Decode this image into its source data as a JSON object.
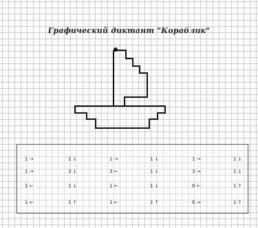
{
  "title": "Графический диктант \"Кораблик\"",
  "instructions": {
    "rows": [
      [
        {
          "steps": "1",
          "arrow": "→"
        },
        {
          "steps": "1",
          "arrow": "↓"
        },
        {
          "steps": "1",
          "arrow": "→"
        },
        {
          "steps": "1",
          "arrow": "↓"
        },
        {
          "steps": "1",
          "arrow": "→"
        },
        {
          "steps": "1",
          "arrow": "↓"
        }
      ],
      [
        {
          "steps": "1",
          "arrow": "→"
        },
        {
          "steps": "3",
          "arrow": "↓"
        },
        {
          "steps": "3",
          "arrow": "←"
        },
        {
          "steps": "1",
          "arrow": "↓"
        },
        {
          "steps": "3",
          "arrow": "→"
        },
        {
          "steps": "1",
          "arrow": "↓"
        }
      ],
      [
        {
          "steps": "1",
          "arrow": "←"
        },
        {
          "steps": "1",
          "arrow": "↓"
        },
        {
          "steps": "1",
          "arrow": "←"
        },
        {
          "steps": "1",
          "arrow": "↓"
        },
        {
          "steps": "8",
          "arrow": "←"
        },
        {
          "steps": "1",
          "arrow": "↑"
        }
      ],
      [
        {
          "steps": "1",
          "arrow": "←"
        },
        {
          "steps": "1",
          "arrow": "↑"
        },
        {
          "steps": "1",
          "arrow": "←"
        },
        {
          "steps": "1",
          "arrow": "↑"
        },
        {
          "steps": "6",
          "arrow": "→"
        },
        {
          "steps": "1",
          "arrow": "↑"
        }
      ]
    ]
  }
}
